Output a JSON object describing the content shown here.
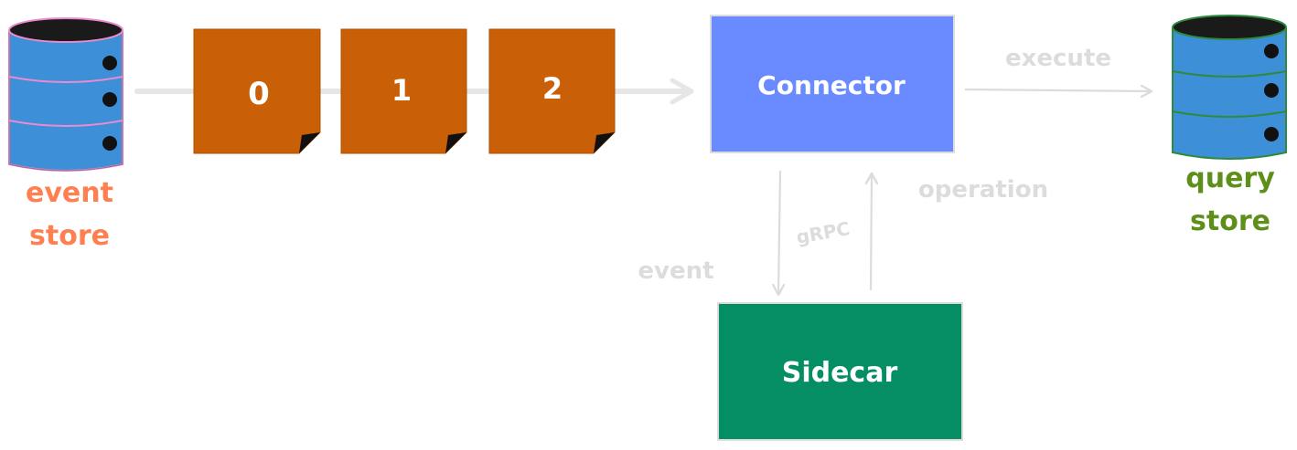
{
  "diagram": {
    "event_store": {
      "line1": "event",
      "line2": "store",
      "color": "#ff7f50",
      "fill": "#3d8fd8",
      "outline": "#e88ccf"
    },
    "queue": {
      "items": [
        "0",
        "1",
        "2"
      ],
      "fill": "#c95f06"
    },
    "connector": {
      "label": "Connector",
      "fill": "#6a8bff"
    },
    "sidecar": {
      "label": "Sidecar",
      "fill": "#058e63"
    },
    "query_store": {
      "line1": "query",
      "line2": "store",
      "color": "#5e8f1a",
      "fill": "#3d8fd8",
      "outline": "#2e8b3e"
    },
    "edges": {
      "execute": "execute",
      "grpc": "gRPC",
      "event": "event",
      "operation": "operation",
      "color": "#dcdcdc"
    }
  }
}
